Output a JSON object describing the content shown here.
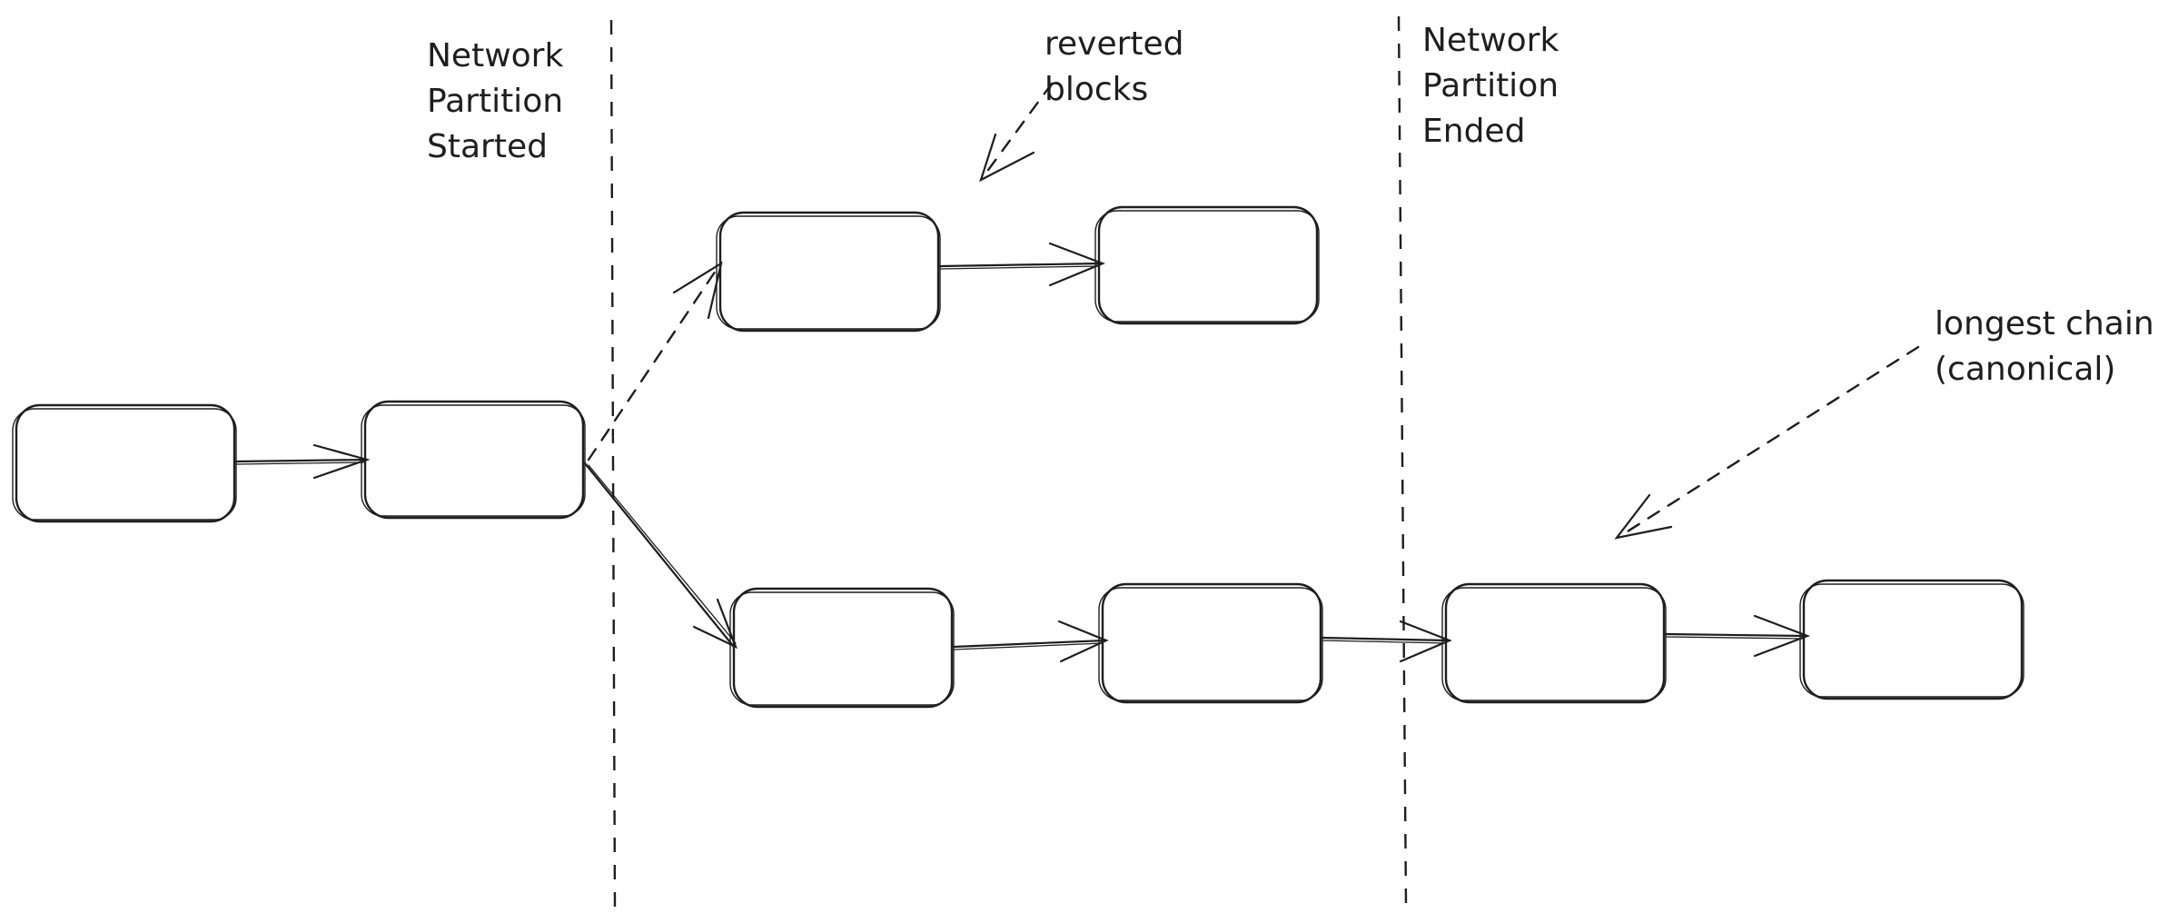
{
  "colors": {
    "stroke": "#1e1e1e",
    "background": "#ffffff"
  },
  "labels": {
    "partition_started": [
      "Network",
      "Partition",
      "Started"
    ],
    "partition_ended": [
      "Network",
      "Partition",
      "Ended"
    ],
    "reverted_blocks": [
      "reverted",
      "blocks"
    ],
    "longest_chain": [
      "longest chain",
      "(canonical)"
    ]
  }
}
